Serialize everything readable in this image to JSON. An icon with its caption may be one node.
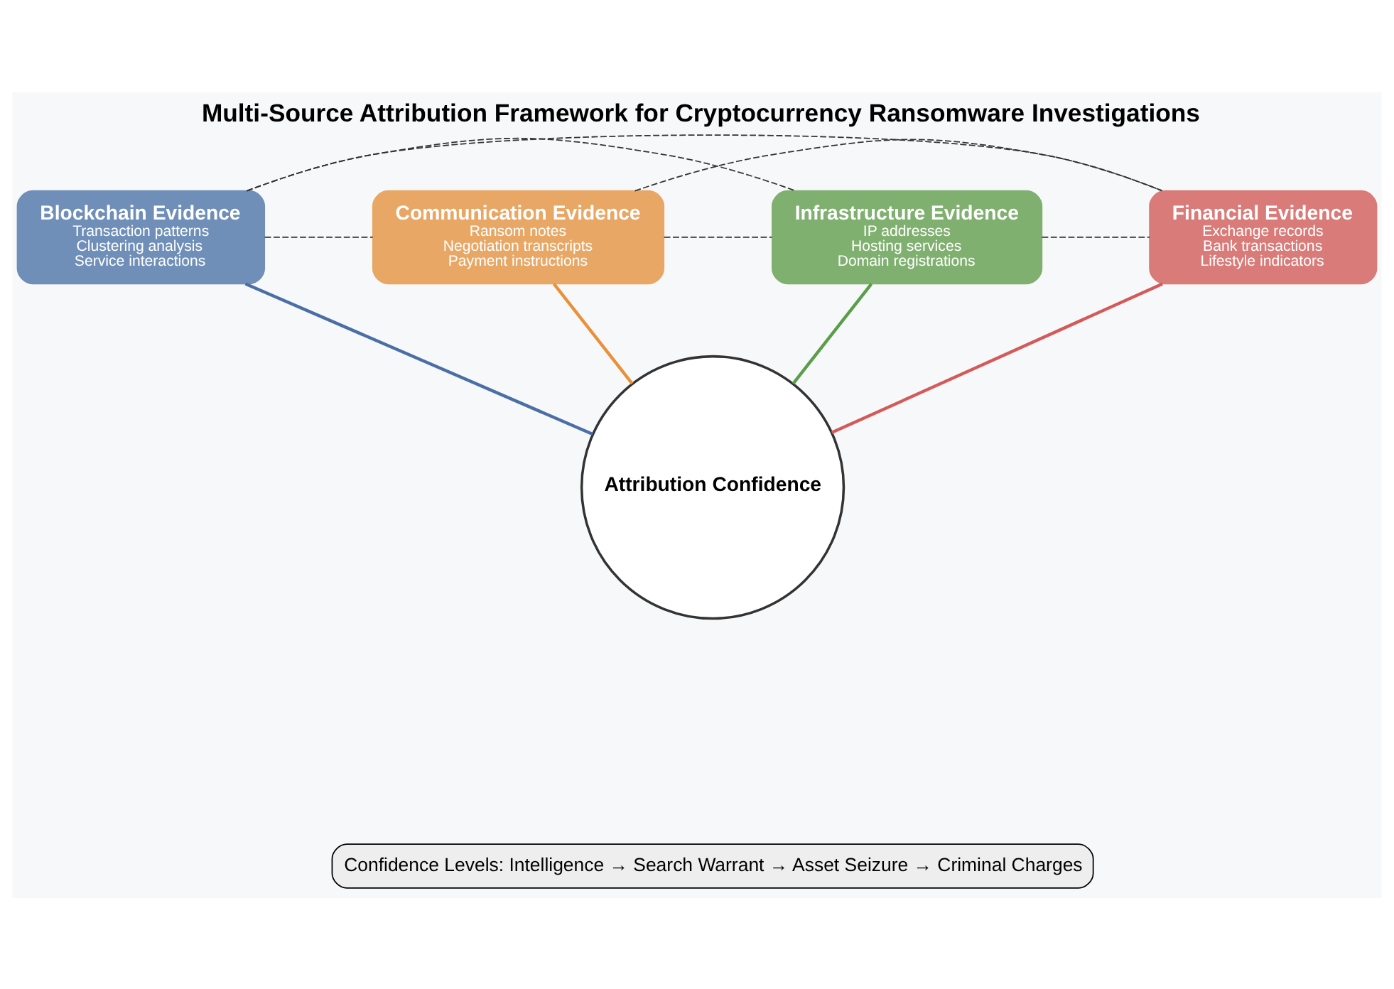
{
  "diagram": {
    "title": "Multi-Source Attribution Framework for Cryptocurrency Ransomware Investigations",
    "nodes": [
      {
        "text": [
          "Blockchain Evidence",
          "Transaction patterns",
          "Clustering analysis",
          "Service interactions"
        ]
      },
      {
        "text": [
          "Communication Evidence",
          "Ransom notes",
          "Negotiation transcripts",
          "Payment instructions"
        ]
      },
      {
        "text": [
          "Attribution Confidence"
        ]
      },
      {
        "text": [
          "Infrastructure Evidence",
          "IP addresses",
          "Hosting services",
          "Domain registrations"
        ]
      },
      {
        "text": [
          "Financial Evidence",
          "Exchange records",
          "Bank transactions",
          "Lifestyle indicators"
        ]
      }
    ],
    "edges": [
      {
        "from": 0,
        "to": 2,
        "arrow": "none",
        "color": "#4a6fa5"
      },
      {
        "from": 1,
        "to": 2,
        "arrow": "none",
        "color": "#e8913a"
      },
      {
        "from": 3,
        "to": 2,
        "arrow": "none",
        "color": "#5a9e4a"
      },
      {
        "from": 4,
        "to": 2,
        "arrow": "none",
        "color": "#d45a5a"
      },
      {
        "from": 0,
        "to": 1,
        "arrow": "none",
        "style": "dashed"
      },
      {
        "from": 0,
        "to": 3,
        "arrow": "none",
        "style": "dashed"
      },
      {
        "from": 1,
        "to": 4,
        "arrow": "none",
        "style": "dashed"
      },
      {
        "from": 0,
        "to": 4,
        "arrow": "none",
        "style": "dashed"
      },
      {
        "from": 1,
        "to": 3,
        "arrow": "none",
        "style": "dashed"
      },
      {
        "from": 3,
        "to": 4,
        "arrow": "none",
        "style": "dashed"
      }
    ],
    "labels": [
      "Confidence Levels: Intelligence → Search Warrant → Asset Seizure → Criminal Charges"
    ]
  }
}
